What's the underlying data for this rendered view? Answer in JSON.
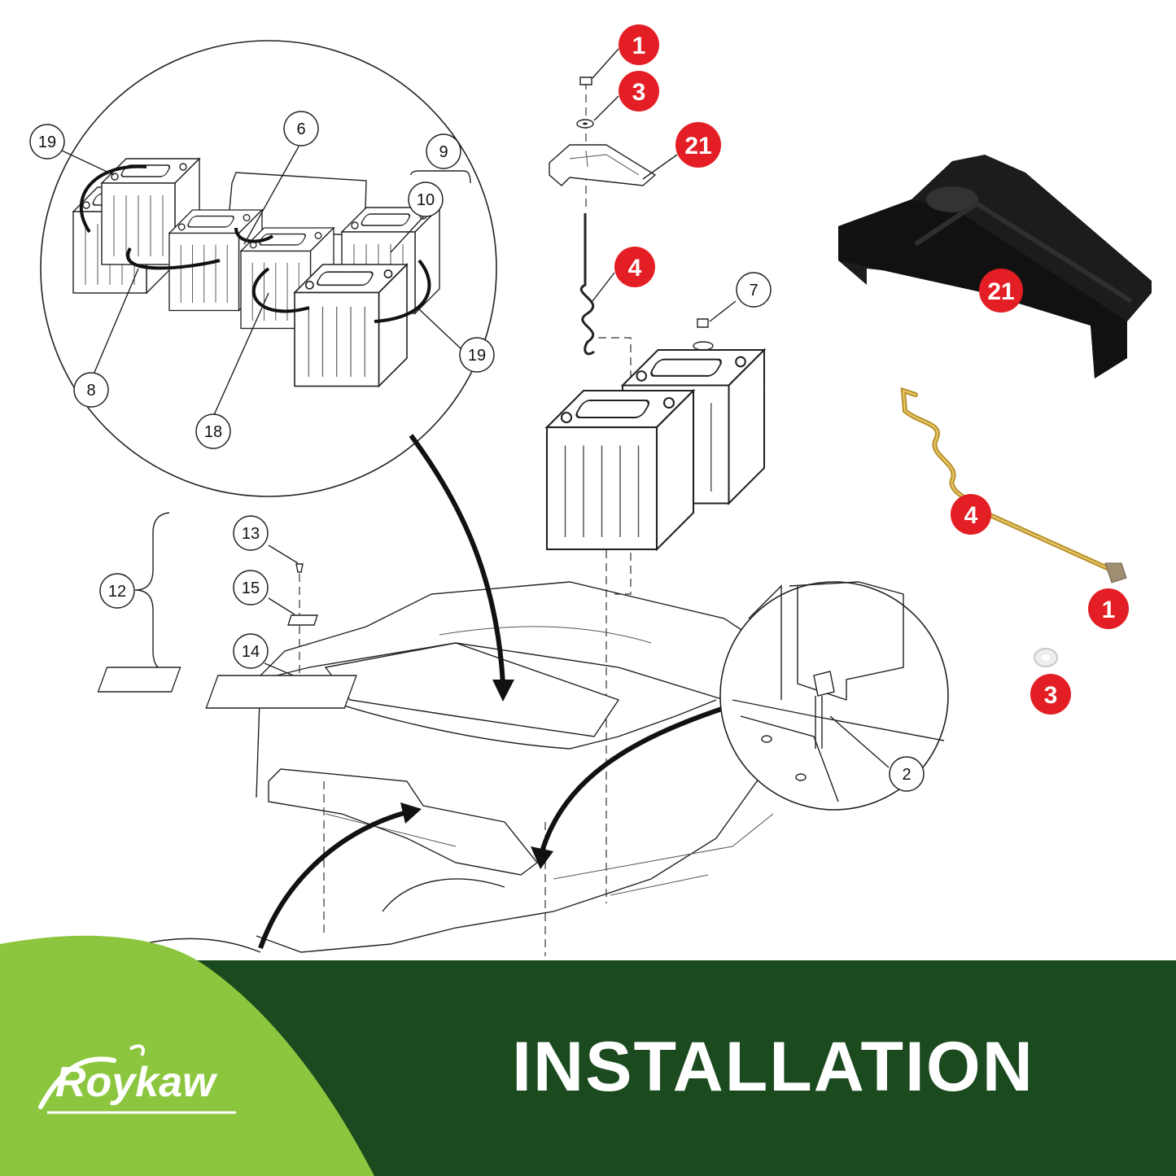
{
  "banner": {
    "title": "INSTALLATION",
    "brand_logo": "Roykaw",
    "colors": {
      "dark_green": "#1b4a1f",
      "lime_green": "#8cc63f",
      "callout_red": "#e31e24"
    }
  },
  "callouts": {
    "inset_19_top": "19",
    "inset_6": "6",
    "inset_9": "9",
    "inset_10": "10",
    "inset_19_right": "19",
    "inset_8": "8",
    "inset_18": "18",
    "part_7": "7",
    "part_12": "12",
    "part_13": "13",
    "part_15": "15",
    "part_14": "14",
    "detail_2": "2"
  },
  "red_callouts": {
    "nut": "1",
    "washer": "3",
    "hold_down": "21",
    "rod": "4",
    "photo_hold_down": "21",
    "photo_rod": "4",
    "photo_nut": "1",
    "photo_washer": "3"
  },
  "icons": {
    "battery": "battery-icon",
    "hold_down_bracket": "hold-down-bracket-icon",
    "j_bolt": "j-bolt-icon",
    "nut": "hex-nut-icon",
    "washer": "washer-icon"
  }
}
